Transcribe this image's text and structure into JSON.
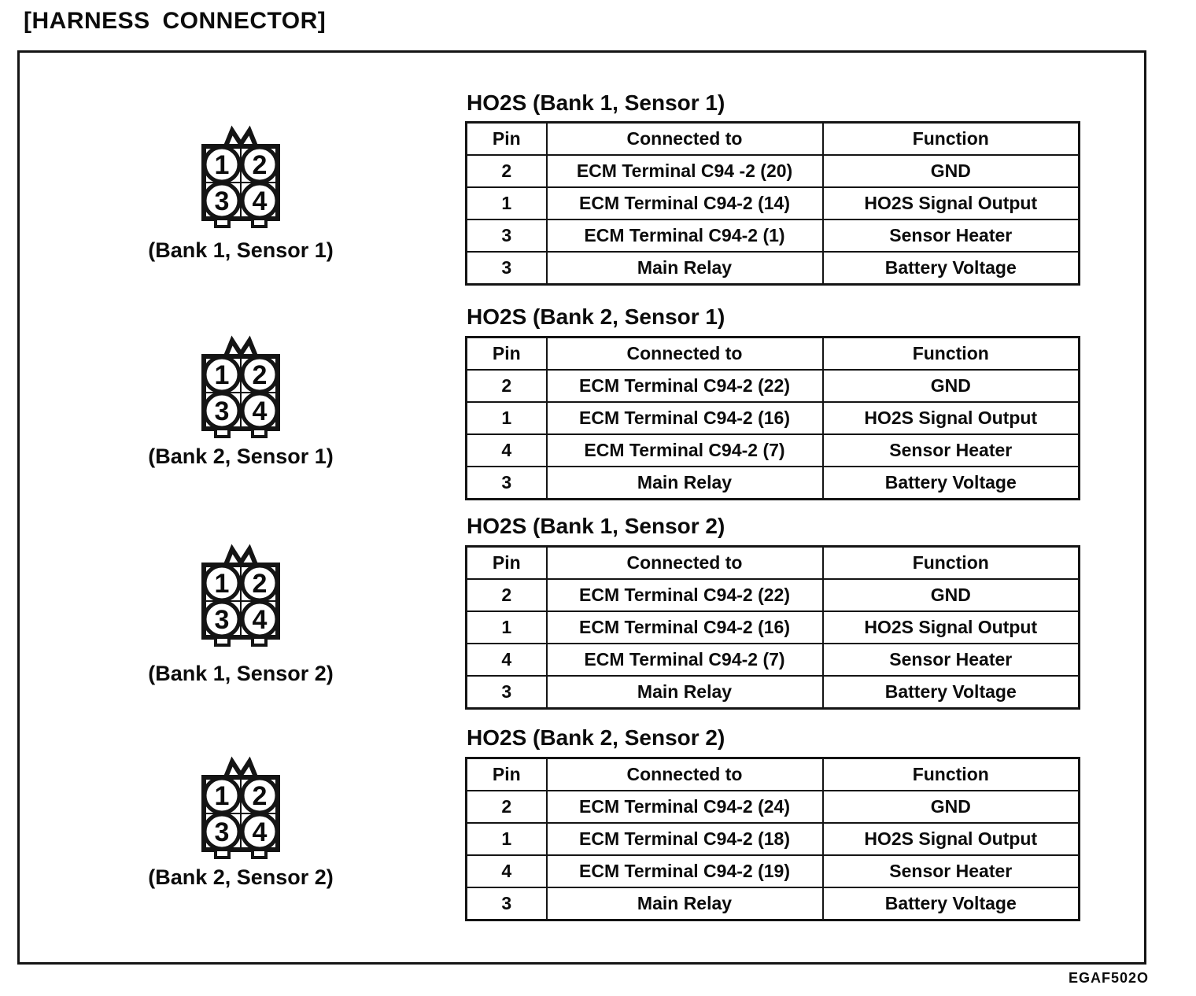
{
  "page": {
    "title": "[HARNESS CONNECTOR]",
    "figure_code": "EGAF502O"
  },
  "colors": {
    "ink": "#141414",
    "paper": "#ffffff"
  },
  "columns": [
    "Pin",
    "Connected to",
    "Function"
  ],
  "connector_pins": [
    "1",
    "2",
    "3",
    "4"
  ],
  "sections": [
    {
      "id": "bank1-sensor1",
      "table_title": "HO2S (Bank 1, Sensor 1)",
      "connector_label": "(Bank 1, Sensor 1)",
      "rows": [
        [
          "2",
          "ECM Terminal C94 -2 (20)",
          "GND"
        ],
        [
          "1",
          "ECM Terminal C94-2 (14)",
          "HO2S Signal Output"
        ],
        [
          "3",
          "ECM Terminal C94-2 (1)",
          "Sensor Heater"
        ],
        [
          "3",
          "Main Relay",
          "Battery Voltage"
        ]
      ]
    },
    {
      "id": "bank2-sensor1",
      "table_title": "HO2S (Bank 2, Sensor 1)",
      "connector_label": "(Bank 2, Sensor 1)",
      "rows": [
        [
          "2",
          "ECM Terminal C94-2 (22)",
          "GND"
        ],
        [
          "1",
          "ECM Terminal C94-2 (16)",
          "HO2S Signal Output"
        ],
        [
          "4",
          "ECM Terminal C94-2 (7)",
          "Sensor Heater"
        ],
        [
          "3",
          "Main Relay",
          "Battery Voltage"
        ]
      ]
    },
    {
      "id": "bank1-sensor2",
      "table_title": "HO2S (Bank 1, Sensor 2)",
      "connector_label": "(Bank 1, Sensor 2)",
      "rows": [
        [
          "2",
          "ECM Terminal C94-2 (22)",
          "GND"
        ],
        [
          "1",
          "ECM Terminal C94-2 (16)",
          "HO2S Signal Output"
        ],
        [
          "4",
          "ECM Terminal C94-2 (7)",
          "Sensor Heater"
        ],
        [
          "3",
          "Main Relay",
          "Battery Voltage"
        ]
      ]
    },
    {
      "id": "bank2-sensor2",
      "table_title": "HO2S (Bank 2, Sensor 2)",
      "connector_label": "(Bank 2, Sensor 2)",
      "rows": [
        [
          "2",
          "ECM Terminal C94-2 (24)",
          "GND"
        ],
        [
          "1",
          "ECM Terminal C94-2 (18)",
          "HO2S Signal Output"
        ],
        [
          "4",
          "ECM Terminal C94-2 (19)",
          "Sensor Heater"
        ],
        [
          "3",
          "Main Relay",
          "Battery Voltage"
        ]
      ]
    }
  ]
}
